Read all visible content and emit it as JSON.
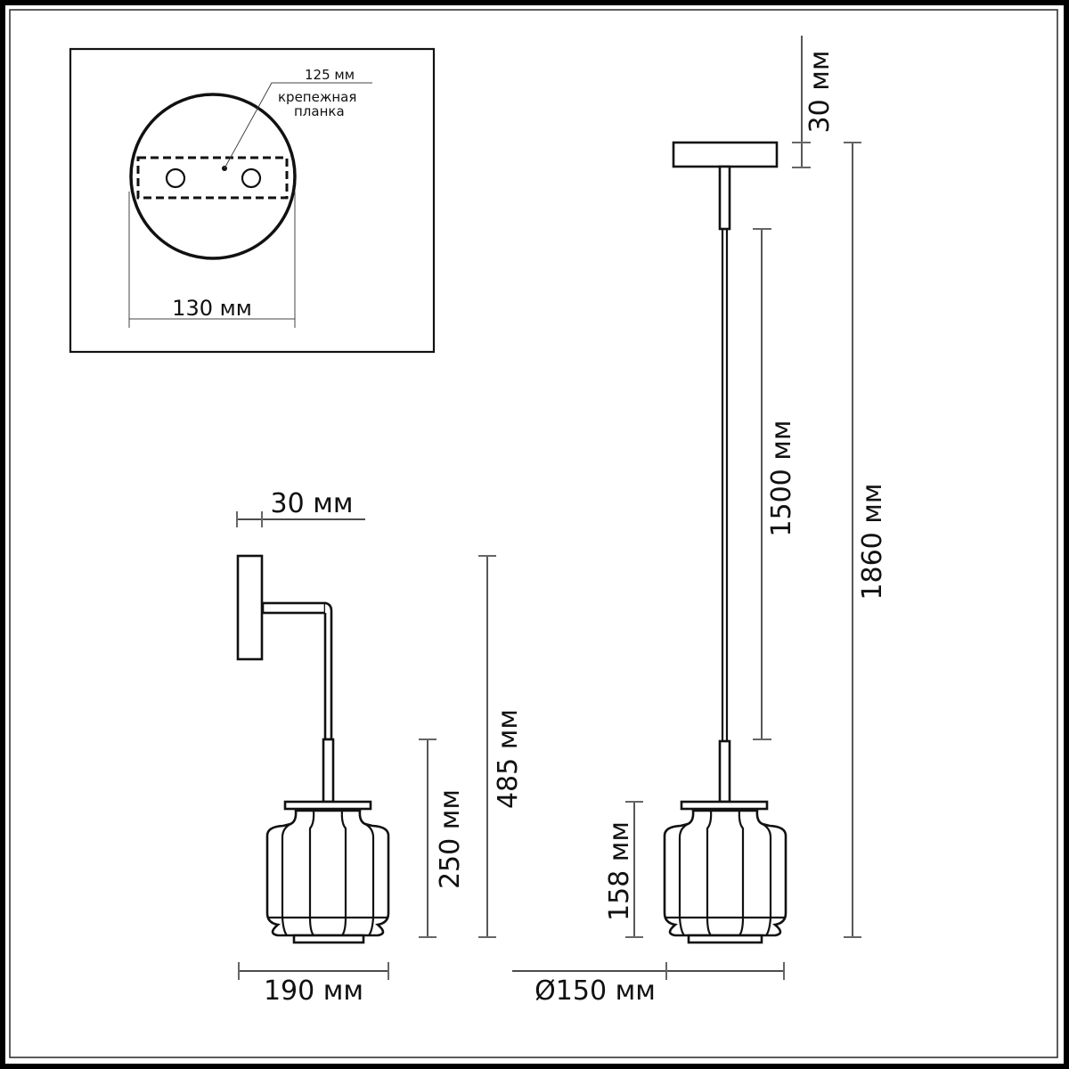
{
  "drawing": {
    "type": "technical dimension drawing",
    "subject": "pendant and wall lamp",
    "colors": {
      "line": "#111111",
      "tick": "#666666",
      "background": "#ffffff"
    }
  },
  "inset_top_view": {
    "mounting_bar_label_line1": "крепежная",
    "mounting_bar_label_line2": "планка",
    "bar_length": "125 мм",
    "canopy_diameter": "130 мм"
  },
  "wall_lamp": {
    "base_depth": "30 мм",
    "shade_height": "250 мм",
    "total_height": "485 мм",
    "projection": "190 мм"
  },
  "pendant_lamp": {
    "canopy_height": "30 мм",
    "cord_length": "1500 мм",
    "total_height": "1860 мм",
    "shade_height": "158 мм",
    "shade_diameter": "Ø150 мм"
  }
}
